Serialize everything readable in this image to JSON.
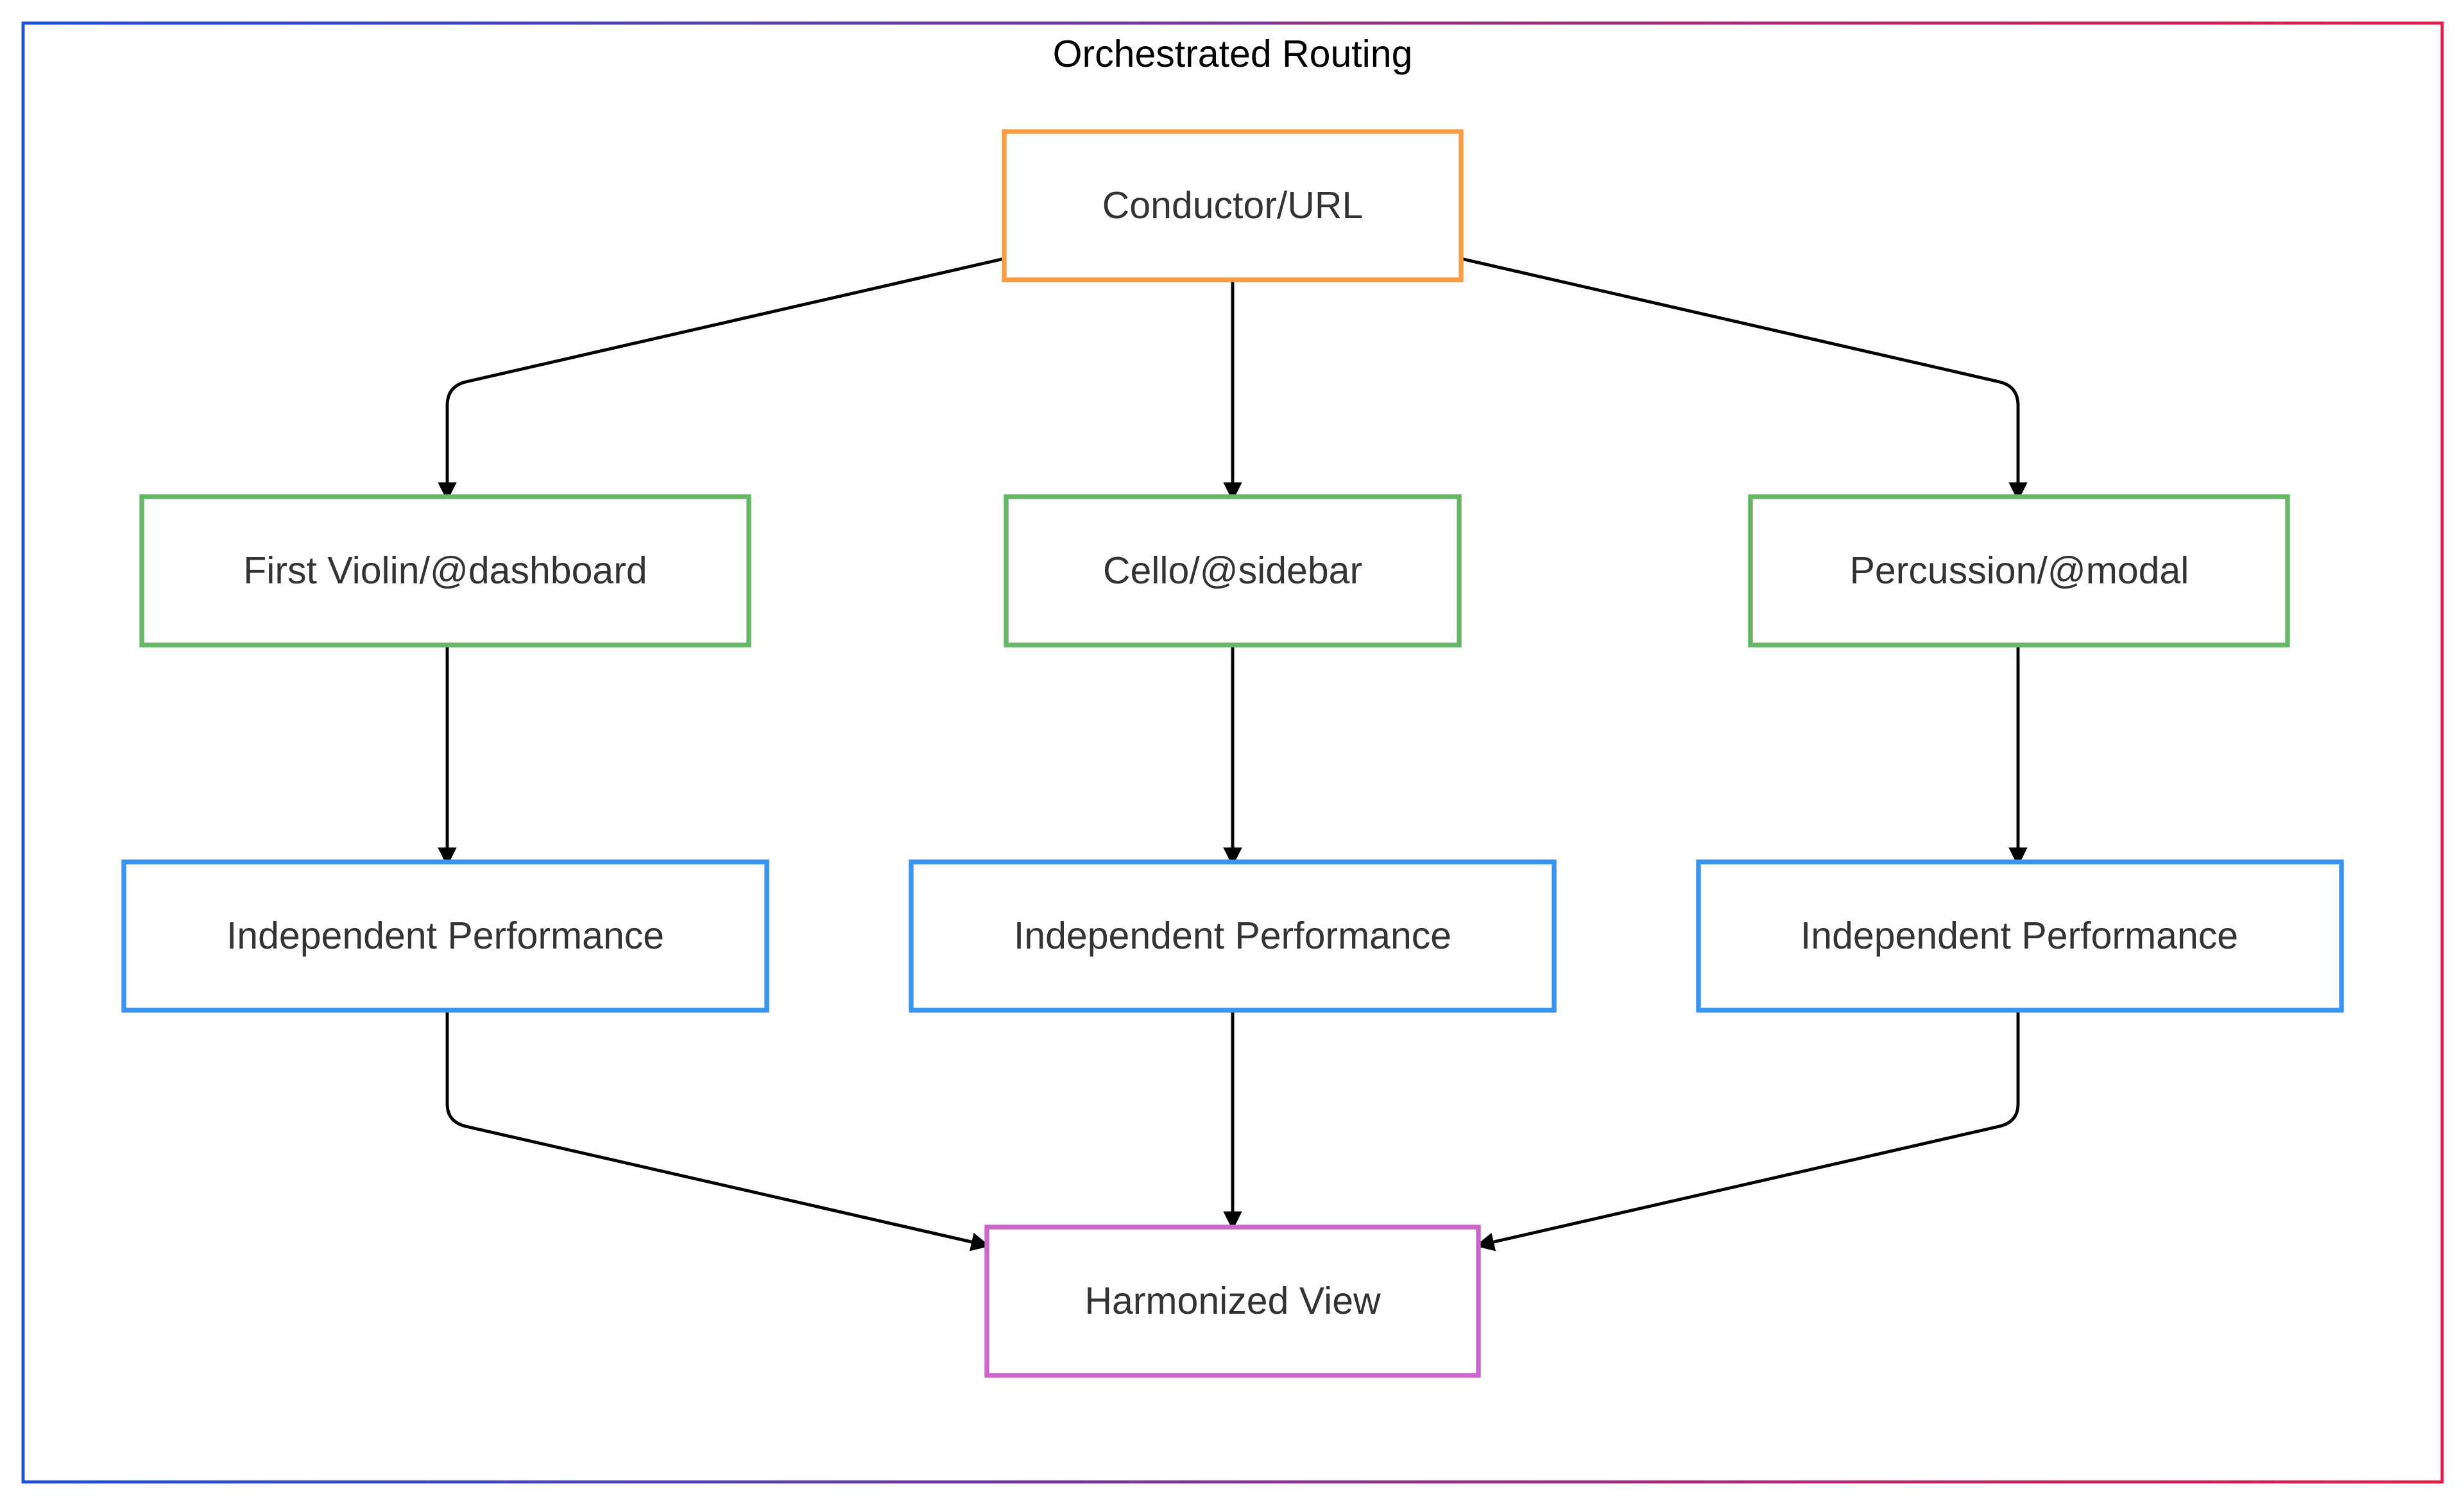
{
  "title": "Orchestrated Routing",
  "colors": {
    "frame_gradient_start": "#1d4ed8",
    "frame_gradient_end": "#e11d48",
    "conductor": "#f99d45",
    "slot": "#66b866",
    "performance": "#3a95f2",
    "view": "#cc66cc",
    "edge": "#000000"
  },
  "nodes": {
    "conductor": {
      "label": "Conductor/URL"
    },
    "first_violin": {
      "label": "First Violin/@dashboard"
    },
    "cello": {
      "label": "Cello/@sidebar"
    },
    "percussion": {
      "label": "Percussion/@modal"
    },
    "performance_left": {
      "label": "Independent Performance"
    },
    "performance_center": {
      "label": "Independent Performance"
    },
    "performance_right": {
      "label": "Independent Performance"
    },
    "harmonized_view": {
      "label": "Harmonized View"
    }
  },
  "edges": [
    {
      "from": "conductor",
      "to": "first_violin"
    },
    {
      "from": "conductor",
      "to": "cello"
    },
    {
      "from": "conductor",
      "to": "percussion"
    },
    {
      "from": "first_violin",
      "to": "performance_left"
    },
    {
      "from": "cello",
      "to": "performance_center"
    },
    {
      "from": "percussion",
      "to": "performance_right"
    },
    {
      "from": "performance_left",
      "to": "harmonized_view"
    },
    {
      "from": "performance_center",
      "to": "harmonized_view"
    },
    {
      "from": "performance_right",
      "to": "harmonized_view"
    }
  ]
}
